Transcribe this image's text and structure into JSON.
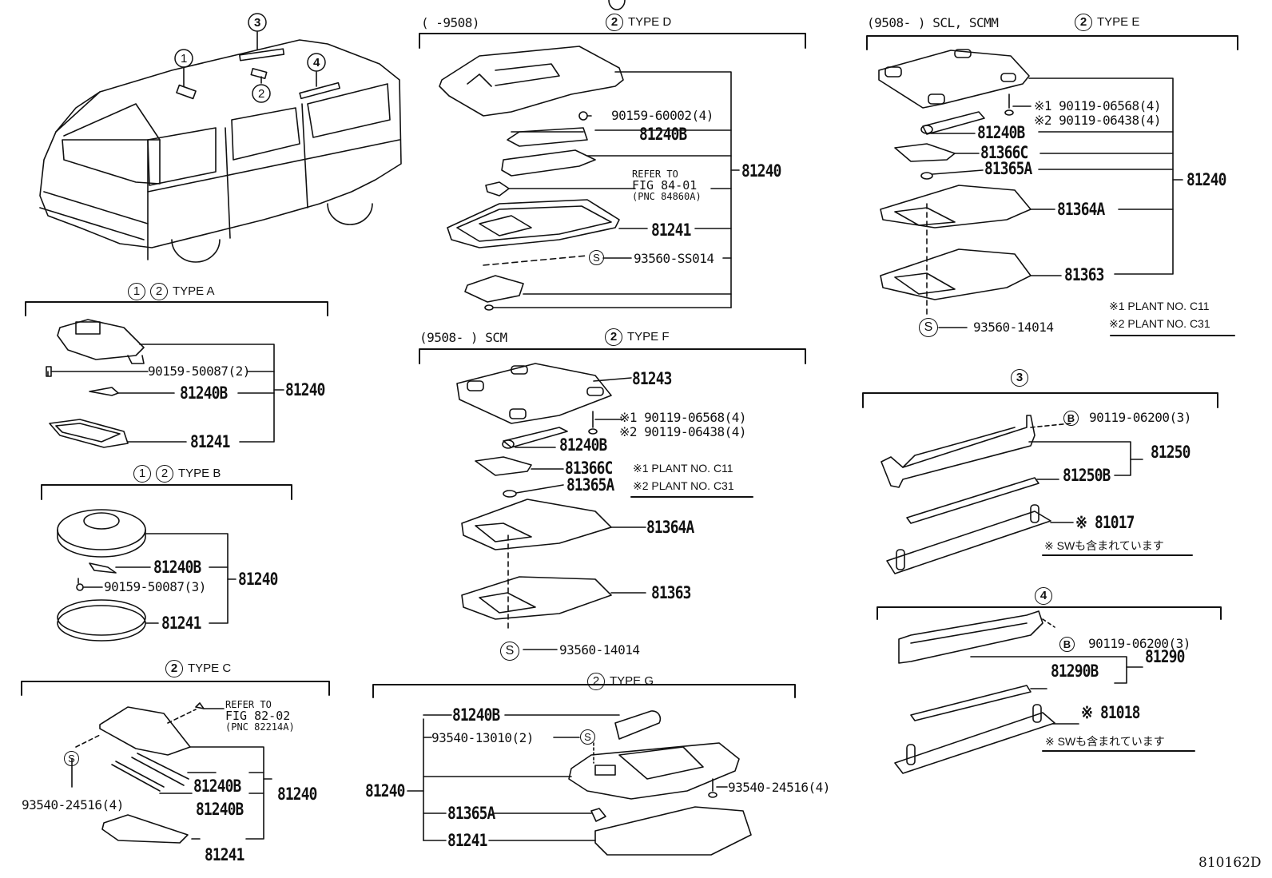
{
  "figure_id": "810162D",
  "vehicle": {
    "callouts": [
      "1",
      "2",
      "3",
      "4"
    ]
  },
  "sections": {
    "type_a": {
      "header_markers": [
        "1",
        "2"
      ],
      "title": "TYPE A",
      "assembly": "81240",
      "parts": [
        "90159-50087(2)",
        "81240B",
        "81241"
      ]
    },
    "type_b": {
      "header_markers": [
        "1",
        "2"
      ],
      "title": "TYPE B",
      "assembly": "81240",
      "parts": [
        "81240B",
        "90159-50087(3)",
        "81241"
      ]
    },
    "type_c": {
      "header_markers": [
        "2"
      ],
      "title": "TYPE C",
      "assembly": "81240",
      "reference": [
        "REFER TO",
        "FIG 82-02",
        "(PNC 82214A)"
      ],
      "s_marker": "S",
      "screw": "93540-24516(4)",
      "parts": [
        "81240B",
        "81240B",
        "81241"
      ]
    },
    "type_d": {
      "date_range": "(      -9508)",
      "header_markers": [
        "2"
      ],
      "title": "TYPE D",
      "assembly": "81240",
      "parts": [
        "90159-60002(4)",
        "81240B",
        "81241",
        "93560-SS014"
      ],
      "reference": [
        "REFER TO",
        "FIG 84-01",
        "(PNC 84860A)"
      ],
      "s_marker": "S"
    },
    "type_e": {
      "date_range": "(9508-       ) SCL, SCMM",
      "header_markers": [
        "2"
      ],
      "title": "TYPE E",
      "assembly": "81240",
      "screws": [
        "※1 90119-06568(4)",
        "※2 90119-06438(4)"
      ],
      "parts": [
        "81240B",
        "81366C",
        "81365A",
        "81364A",
        "81363"
      ],
      "s_marker": "S",
      "s_part": "93560-14014",
      "notes": [
        "※1 PLANT NO. C11",
        "※2 PLANT NO. C31"
      ]
    },
    "type_f": {
      "date_range": "(9508-       ) SCM",
      "header_markers": [
        "2"
      ],
      "title": "TYPE F",
      "top_part": "81243",
      "screws": [
        "※1 90119-06568(4)",
        "※2 90119-06438(4)"
      ],
      "parts": [
        "81240B",
        "81366C",
        "81365A",
        "81364A",
        "81363"
      ],
      "notes": [
        "※1 PLANT NO. C11",
        "※2 PLANT NO. C31"
      ],
      "s_marker": "S",
      "s_part": "93560-14014"
    },
    "type_g": {
      "header_markers": [
        "2"
      ],
      "title": "TYPE G",
      "assembly": "81240",
      "parts": [
        "81240B",
        "93540-13010(2)",
        "81365A",
        "81241"
      ],
      "s_marker": "S",
      "screw": "93540-24516(4)"
    },
    "section_3": {
      "header_markers": [
        "3"
      ],
      "b_marker": "B",
      "bolt": "90119-06200(3)",
      "assembly": "81250",
      "tube": "81250B",
      "lens": "※ 81017",
      "note": "※ SWも含まれています"
    },
    "section_4": {
      "header_markers": [
        "4"
      ],
      "b_marker": "B",
      "bolt": "90119-06200(3)",
      "assembly": "81290",
      "tube": "81290B",
      "lens": "※ 81018",
      "note": "※ SWも含まれています"
    }
  }
}
